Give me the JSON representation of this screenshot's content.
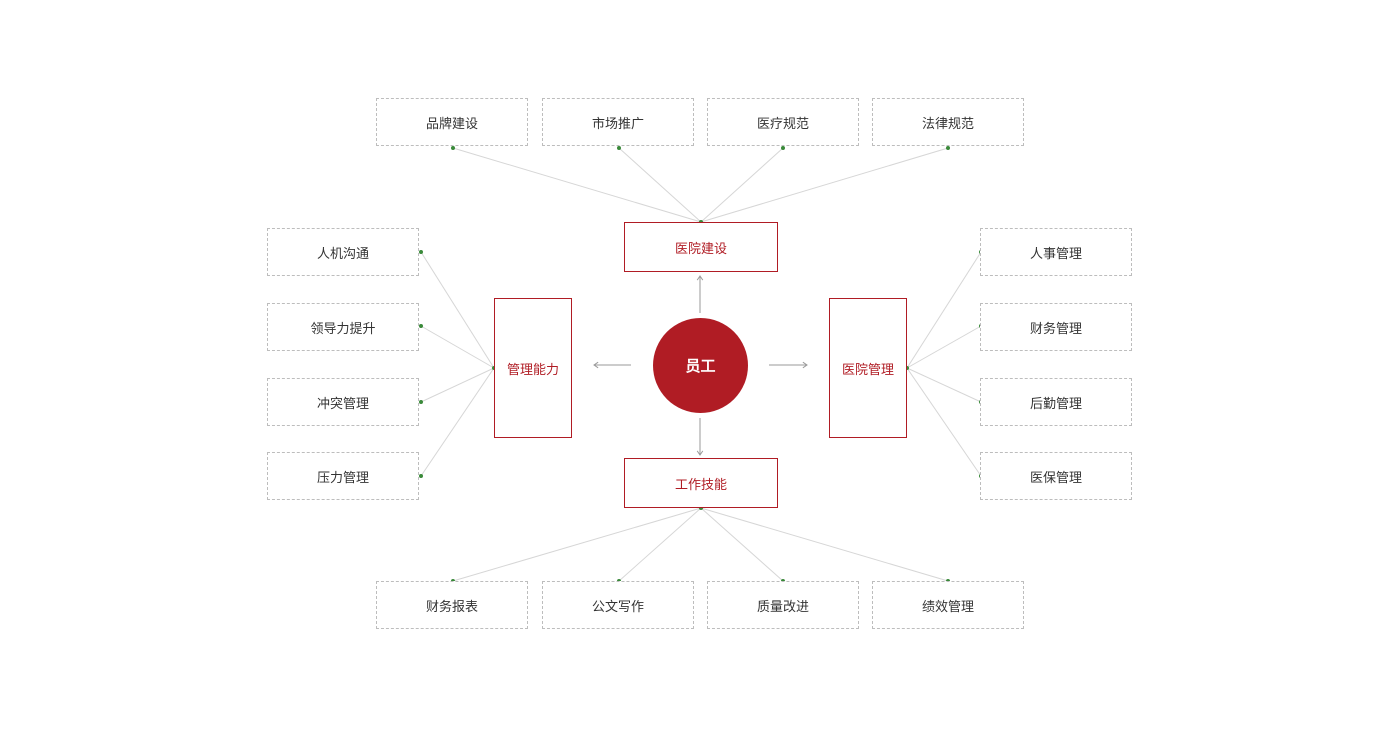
{
  "colors": {
    "accent": "#b01c24",
    "connector_dot": "#3a8a3a",
    "leaf_border": "#bdbdbd",
    "line": "#d6d6d6",
    "arrow": "#9a9a9a"
  },
  "center": {
    "label": "员工"
  },
  "branches": {
    "top": {
      "label": "医院建设",
      "items": [
        "品牌建设",
        "市场推广",
        "医疗规范",
        "法律规范"
      ]
    },
    "bottom": {
      "label": "工作技能",
      "items": [
        "财务报表",
        "公文写作",
        "质量改进",
        "绩效管理"
      ]
    },
    "left": {
      "label": "管理能力",
      "items": [
        "人机沟通",
        "领导力提升",
        "冲突管理",
        "压力管理"
      ]
    },
    "right": {
      "label": "医院管理",
      "items": [
        "人事管理",
        "财务管理",
        "后勤管理",
        "医保管理"
      ]
    }
  }
}
